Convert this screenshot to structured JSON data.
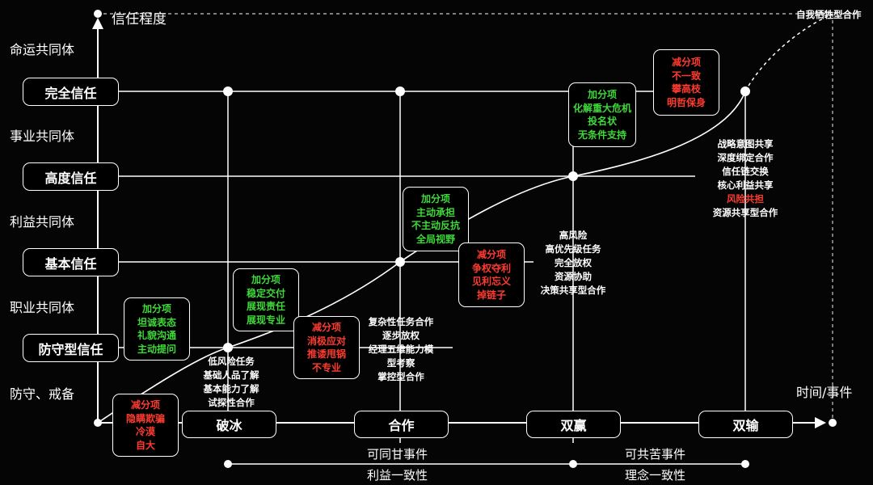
{
  "axes": {
    "y_title": "信任程度",
    "x_title": "时间/事件"
  },
  "communities": [
    "命运共同体",
    "事业共同体",
    "利益共同体",
    "职业共同体",
    "防守、戒备"
  ],
  "trust_levels": [
    "完全信任",
    "高度信任",
    "基本信任",
    "防守型信任"
  ],
  "stages": [
    "破冰",
    "合作",
    "双赢",
    "双输"
  ],
  "top_right_label": "自我牺牲型合作",
  "boxes": {
    "b1": {
      "lines": [
        "减分项",
        "隐瞒欺骗",
        "冷漠",
        "自大"
      ],
      "kind": "red"
    },
    "b2": {
      "lines": [
        "加分项",
        "坦诚表态",
        "礼貌沟通",
        "主动提问"
      ],
      "kind": "green"
    },
    "b3": {
      "lines": [
        "加分项",
        "稳定交付",
        "展现责任",
        "展现专业"
      ],
      "kind": "green"
    },
    "b4": {
      "lines": [
        "减分项",
        "消极应对",
        "推诿甩锅",
        "不专业"
      ],
      "kind": "red"
    },
    "b5": {
      "lines": [
        "加分项",
        "主动承担",
        "不主动反抗",
        "全局视野"
      ],
      "kind": "green"
    },
    "b6": {
      "lines": [
        "减分项",
        "争权夺利",
        "见利忘义",
        "掉链子"
      ],
      "kind": "red"
    },
    "b7": {
      "lines": [
        "加分项",
        "化解重大危机",
        "投名状",
        "无条件支持"
      ],
      "kind": "green"
    },
    "b8": {
      "lines": [
        "减分项",
        "不一致",
        "攀高枝",
        "明哲保身"
      ],
      "kind": "red"
    }
  },
  "texts": {
    "t1": {
      "lines": [
        "低风险任务",
        "基础人品了解",
        "基本能力了解",
        "试探性合作"
      ]
    },
    "t2": {
      "lines": [
        "复杂性任务合作",
        "逐步放权",
        "经理五维能力模",
        "型考察",
        "掌控型合作"
      ]
    },
    "t3": {
      "lines": [
        "高风险",
        "高优先级任务",
        "完全放权",
        "资源协助",
        "决策共享型合作"
      ]
    },
    "t4": {
      "lines": [
        "战略意图共享",
        "深度绑定合作",
        "信任链交换",
        "核心利益共享",
        "风险共担",
        "资源共享型合作"
      ],
      "red_index": 4
    }
  },
  "bottom": {
    "left_top": "可同甘事件",
    "left_bottom": "利益一致性",
    "right_top": "可共苦事件",
    "right_bottom": "理念一致性"
  }
}
